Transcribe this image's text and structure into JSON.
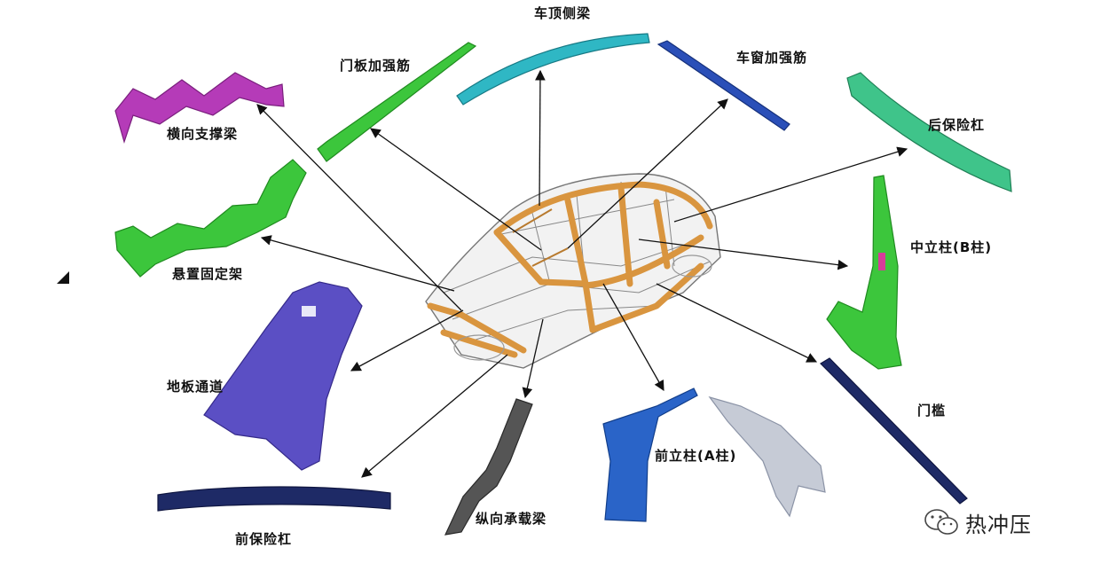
{
  "labels": {
    "roof_side_rail": "车顶侧梁",
    "door_panel_rib": "门板加强筋",
    "window_rib": "车窗加强筋",
    "cross_brace": "横向支撑梁",
    "rear_bumper": "后保险杠",
    "b_pillar": "中立柱(B柱)",
    "suspension_bracket": "悬置固定架",
    "floor_tunnel": "地板通道",
    "door_sill": "门槛",
    "a_pillar": "前立柱(A柱)",
    "front_bumper": "前保险杠",
    "longitudinal_beam": "纵向承载梁"
  },
  "watermark": {
    "text": "热冲压",
    "icon": "wechat-icon"
  },
  "colors": {
    "magenta": "#b53bb8",
    "cyan": "#2fb7c4",
    "green": "#3cc63c",
    "blue_dark": "#2a3f8f",
    "purple": "#5b4fc4",
    "orange": "#d9953f",
    "navy": "#1e2a66",
    "teal_green": "#3fc48a"
  }
}
